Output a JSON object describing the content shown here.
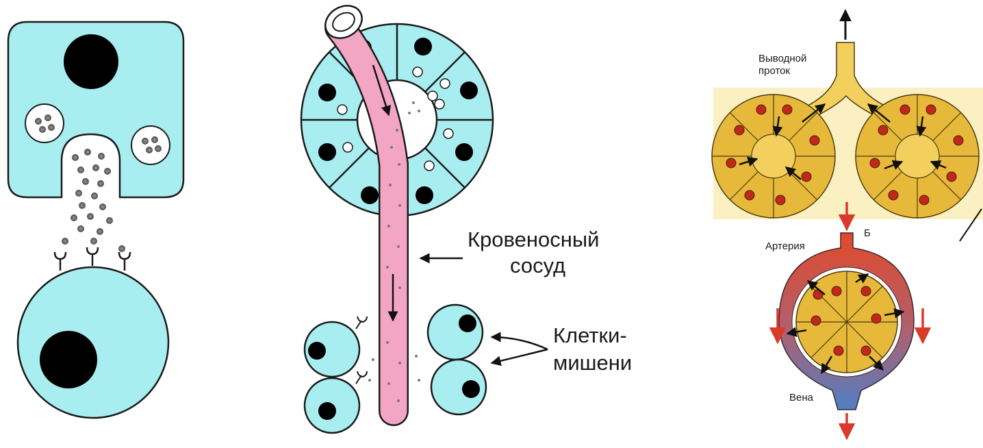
{
  "panel_center": {
    "labels": {
      "vessel": [
        "Кровеносный",
        "сосуд"
      ],
      "targets": [
        "Клетки-",
        "мишени"
      ]
    }
  },
  "panel_right": {
    "labels": {
      "duct": [
        "Выводной",
        "проток"
      ],
      "b": "Б",
      "artery": "Артерия",
      "vein": "Вена"
    }
  },
  "colors": {
    "cell_cyan": "#a8eef0",
    "vessel_pink": "#f3a6c4",
    "gland_yellow": "#f3cf5e",
    "gland_cell": "#e6b93a",
    "artery_red": "#e04a2a",
    "vein_blue": "#4f7fc4"
  }
}
